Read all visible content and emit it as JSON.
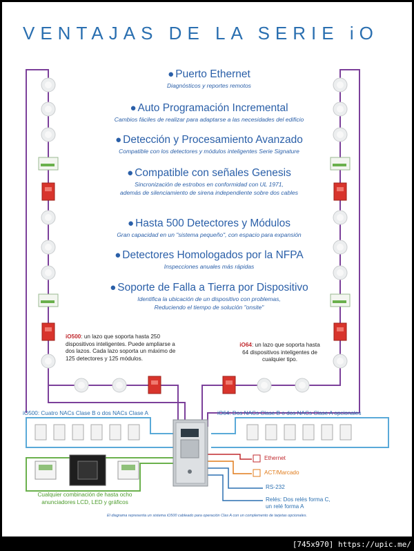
{
  "title": "VENTAJAS DE LA SERIE iO",
  "features": [
    {
      "heading": "Puerto Ethernet",
      "desc": [
        "Diagnósticos y reportes remotos"
      ]
    },
    {
      "heading": "Auto Programación Incremental",
      "desc": [
        "Cambios fáciles de realizar para adaptarse a las necesidades del edificio"
      ]
    },
    {
      "heading": "Detección y Procesamiento Avanzado",
      "desc": [
        "Compatible con los detectores y módulos inteligentes Serie Signature"
      ]
    },
    {
      "heading": "Compatible con señales Genesis",
      "desc": [
        "Sincronización de estrobos en conformidad con UL 1971,",
        "además de silenciamiento de sirena independiente sobre dos cables"
      ]
    },
    {
      "heading": "Hasta 500 Detectores y Módulos",
      "desc": [
        "Gran capacidad en un \"sistema pequeño\", con espacio para expansión"
      ]
    },
    {
      "heading": "Detectores Homologados por la NFPA",
      "desc": [
        "Inspecciones anuales más rápidas"
      ]
    },
    {
      "heading": "Soporte de Falla a Tierra por Dispositivo",
      "desc": [
        "Identifica la ubicación de un dispositivo con problemas,",
        "Reduciendo el tiempo de solución \"onsite\""
      ]
    }
  ],
  "notes": {
    "io500_model": "iO500",
    "io500_text": ": un lazo que soporta hasta 250 dispositivos inteligentes. Puede ampliarse a dos lazos. Cada lazo soporta un máximo de 125 detectores y 125 módulos.",
    "io64_model": "iO64",
    "io64_text": ": un lazo que soporta hasta 64 dispositivos inteligentes de cualquier tipo."
  },
  "nac_labels": {
    "left": "iO500: Cuatro NACs Clase B o dos NACs Clase A",
    "right": "iO64: Dos NACs Clase B o dos NACs Clase A opcionales"
  },
  "annunciator_label": "Cualquier combinación de hasta ocho anunciadores LCD, LED y gráficos",
  "outputs": [
    {
      "label": "Ethernet",
      "color": "#c0282d"
    },
    {
      "label": "ACT/Marcado",
      "color": "#e07b1a"
    },
    {
      "label": "RS-232",
      "color": "#2a6fb0"
    },
    {
      "label": "Relés: Dos relés forma C, un relé forma A",
      "color": "#2a6fb0"
    }
  ],
  "footnote": "El diagrama representa un sistema iO500 cableado para operación Clas A con un complemento de tarjetas opcionales.",
  "stamp": "[745x970] https://upic.me/",
  "colors": {
    "title": "#2a6fb0",
    "loop": "#7b3f9a",
    "nac": "#59a9d8",
    "annunciator": "#6ab04c",
    "device_red": "#d8342c"
  }
}
